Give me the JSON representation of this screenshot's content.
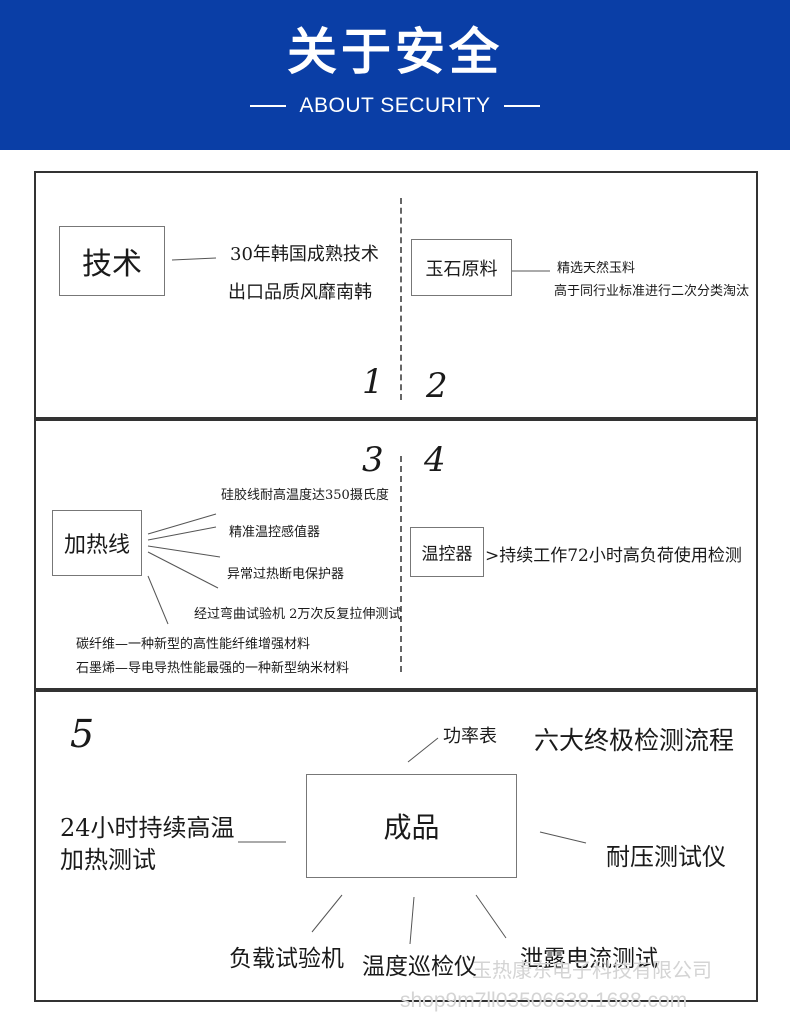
{
  "banner": {
    "title": "关于安全",
    "subtitle": "ABOUT SECURITY",
    "background": "#0a3ea6"
  },
  "section1": {
    "tech_box": "技术",
    "tech_lines": [
      "30年韩国成熟技术",
      "出口品质风靡南韩"
    ],
    "jade_box": "玉石原料",
    "jade_lines": [
      "精选天然玉料",
      "高于同行业标准进行二次分类淘汰"
    ],
    "num_left": "1",
    "num_right": "2"
  },
  "section2": {
    "num_left": "3",
    "num_right": "4",
    "wire_box": "加热线",
    "wire_notes": [
      "硅胶线耐高温度达350摄氏度",
      "精准温控感值器",
      "异常过热断电保护器",
      "经过弯曲试验机  2万次反复拉伸测试"
    ],
    "carbon_lines": [
      "碳纤维—一种新型的高性能纤维增强材料",
      "石墨烯—导电导热性能最强的一种新型纳米材料"
    ],
    "thermo_box": "温控器",
    "thermo_text": ">持续工作72小时高负荷使用检测"
  },
  "section3": {
    "num": "5",
    "heading": "六大终极检测流程",
    "center_box": "成品",
    "power_meter": "功率表",
    "heating_test": [
      "24小时持续高温",
      "加热测试"
    ],
    "voltage_tester": "耐压测试仪",
    "load_tester": "负载试验机",
    "temp_inspector": "温度巡检仪",
    "leakage_tester": "泄露电流测试"
  },
  "watermark": {
    "company": "玉热康东电子科技有限公司",
    "url": "shop9m7ll03506638.1688.com"
  }
}
